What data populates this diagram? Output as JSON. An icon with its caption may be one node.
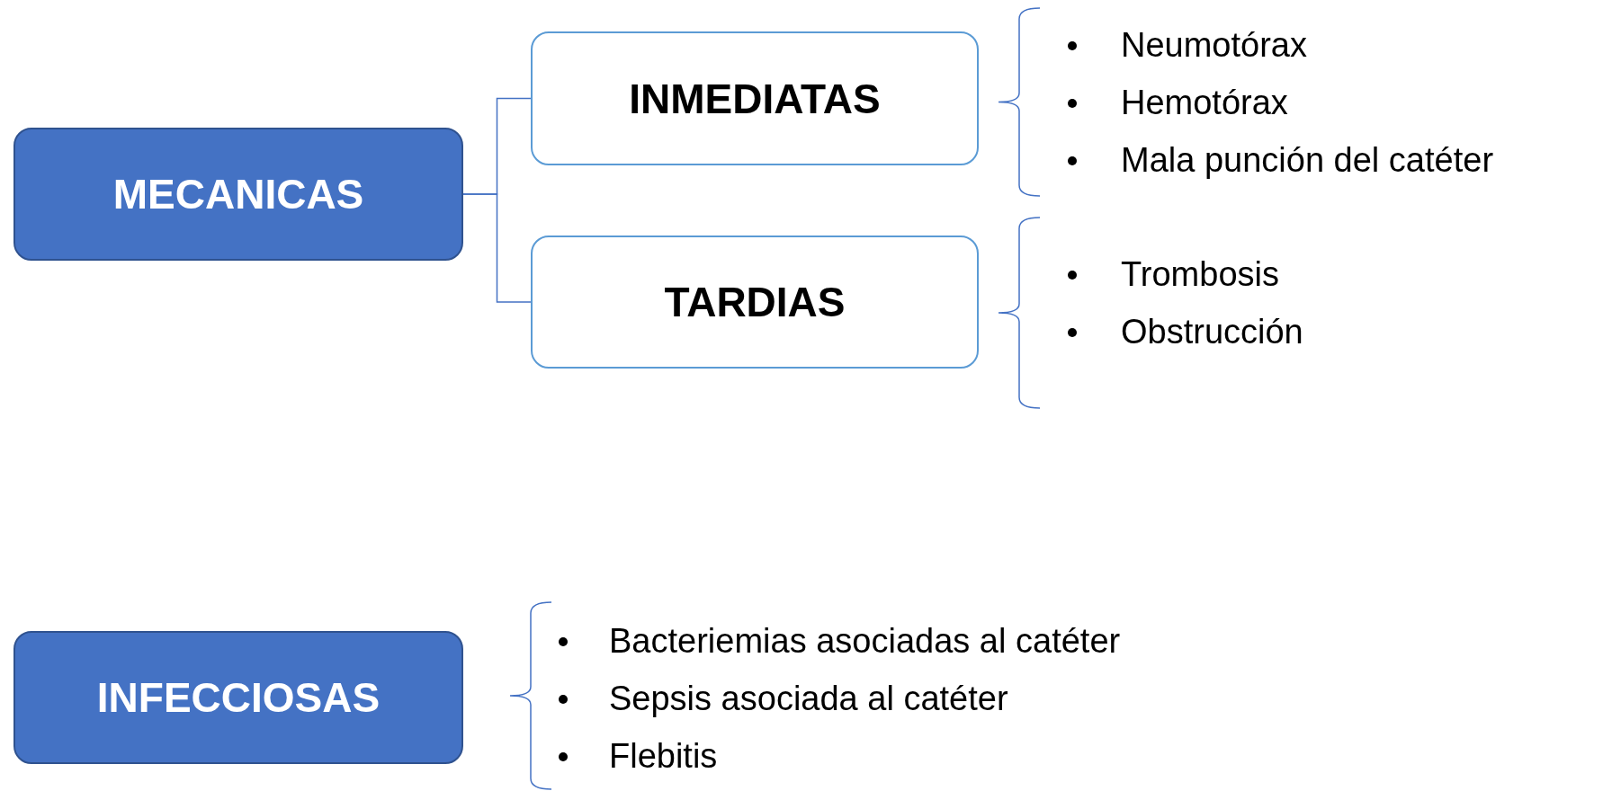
{
  "diagram": {
    "nodes": [
      {
        "text": [
          "MECANICAS"
        ]
      },
      {
        "text": [
          "INMEDIATAS"
        ]
      },
      {
        "text": [
          "TARDIAS"
        ]
      },
      {
        "text": [
          "INFECCIOSAS"
        ]
      }
    ],
    "edges": [
      {
        "from": 0,
        "to": 1,
        "arrow": "none"
      },
      {
        "from": 0,
        "to": 2,
        "arrow": "none"
      }
    ],
    "labels": [
      "Neumotórax",
      "Hemotórax",
      "Mala punción del catéter",
      "Trombosis",
      "Obstrucción",
      "Bacteriemias asociadas al catéter",
      "Sepsis asociada al catéter",
      "Flebitis"
    ]
  }
}
